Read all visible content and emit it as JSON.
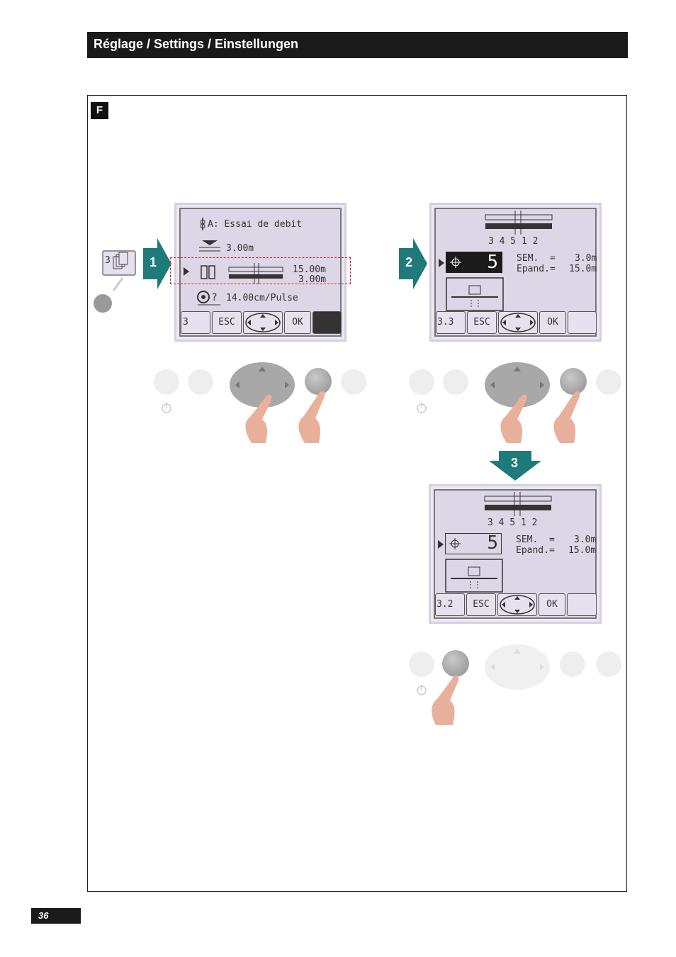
{
  "header": {
    "title": "Réglage / Settings / Einstellungen"
  },
  "figure": {
    "label": "F"
  },
  "page": {
    "number": "36"
  },
  "steps": {
    "step1": "1",
    "step2": "2",
    "step3": "3"
  },
  "side_icon": {
    "label": "3"
  },
  "screen1": {
    "row1": "A: Essai de debit",
    "row2": "3.00m",
    "row3_a": "15.00m",
    "row3_b": "3.00m",
    "row4": "14.00cm/Pulse",
    "keys": [
      "3",
      "ESC",
      "",
      "OK",
      ""
    ]
  },
  "screen2": {
    "numbers": "3 4 5 1 2",
    "value": "5",
    "sem_label": "SEM.  =",
    "sem_value": "3.0m",
    "epand_label": "Epand.=",
    "epand_value": "15.0m",
    "keys": [
      "3.3",
      "ESC",
      "",
      "OK",
      ""
    ]
  },
  "screen3": {
    "numbers": "3 4 5 1 2",
    "value": "5",
    "sem_label": "SEM.  =",
    "sem_value": "3.0m",
    "epand_label": "Epand.=",
    "epand_value": "15.0m",
    "keys": [
      "3.2",
      "ESC",
      "",
      "OK",
      ""
    ]
  },
  "colors": {
    "accent_teal": "#1f7a7a",
    "header_bg": "#1a1a1a",
    "highlight": "#d42020",
    "lcd_bg": "#dcd6e6"
  },
  "icons": [
    "info-page-icon",
    "nav-pad-icon",
    "boom-icon",
    "seeder-icon",
    "sensor-icon",
    "target-icon",
    "power-icon"
  ]
}
